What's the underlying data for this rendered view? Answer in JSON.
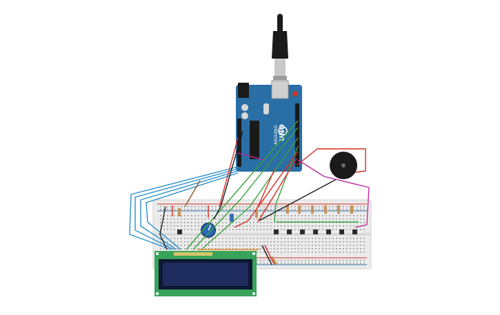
{
  "canvas": {
    "background": "#ffffff"
  },
  "arduino": {
    "name": "UNO",
    "brand_text": "ARDUINO",
    "board_color": "#2a6ea6",
    "header_color": "#1a1a1a"
  },
  "usb_cable": {
    "color": "#1a1a1a",
    "plug_color": "#c9c9c9"
  },
  "lcd": {
    "pcb_color": "#3aa35a",
    "screen_color": "#1d2c5c",
    "bezel_color": "#0e1733"
  },
  "breadboard": {
    "color": "#ebebeb",
    "hole_color": "#8a8a8a"
  },
  "buzzer": {
    "body_color": "#1a1a1a"
  },
  "potentiometer": {
    "knob_color": "#2b68b8"
  },
  "buttons": {
    "count": 7,
    "color": "#2b2b2b"
  },
  "wire_colors": {
    "blue": "#2a8fc8",
    "green": "#37a33a",
    "red": "#d42a1f",
    "black": "#1a1a1a",
    "magenta": "#c0289b",
    "orange": "#e08a1a",
    "brown": "#8a5a2a"
  }
}
